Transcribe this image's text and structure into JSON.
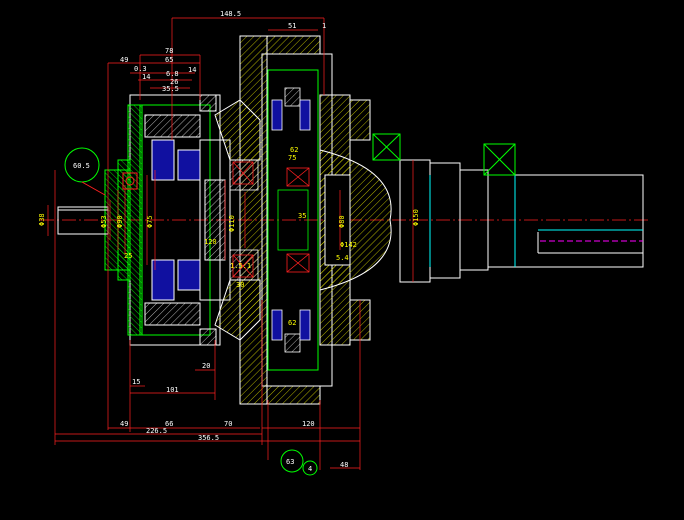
{
  "drawing": {
    "background": "#000000",
    "colors": {
      "outline": "#ffffff",
      "dimension": "#ff2020",
      "hatch": "#ffff00",
      "centerline": "#ff2020",
      "green": "#00ff00",
      "cyan": "#00ffff",
      "magenta": "#ff00ff",
      "blue": "#3030ff"
    },
    "dimensions_top": {
      "d_148_5": "148.5",
      "d_51": "51",
      "d_1": "1",
      "d_78": "78",
      "d_49": "49",
      "d_65": "65",
      "d_0_3": "0.3",
      "d_6_8": "6.8",
      "d_14a": "14",
      "d_14b": "14",
      "d_26": "26",
      "d_35_5": "35.5"
    },
    "dimensions_bottom": {
      "d_15": "15",
      "d_101": "101",
      "d_20": "20",
      "d_49b": "49",
      "d_66": "66",
      "d_70": "70",
      "d_120": "120",
      "d_226_5": "226.5",
      "d_356_5": "356.5",
      "d_48": "48"
    },
    "balloons": {
      "b_60_5": "60.5",
      "b_63": "63",
      "b_4": "4"
    },
    "internal_labels": {
      "l_phi38": "Φ38",
      "l_phi53": "Φ53",
      "l_phi90": "Φ90",
      "l_phi75": "Φ75",
      "l_phi110": "Φ110",
      "l_phi150": "Φ150",
      "l_35": "35",
      "l_62a": "62",
      "l_62b": "62",
      "l_75": "75",
      "l_120": "120",
      "l_30": "30",
      "l_25": "25",
      "l_phi142": "Φ142",
      "l_phi80": "Φ80",
      "l_5_4": "5.4",
      "l_150_ratio": "1.5:1"
    }
  }
}
